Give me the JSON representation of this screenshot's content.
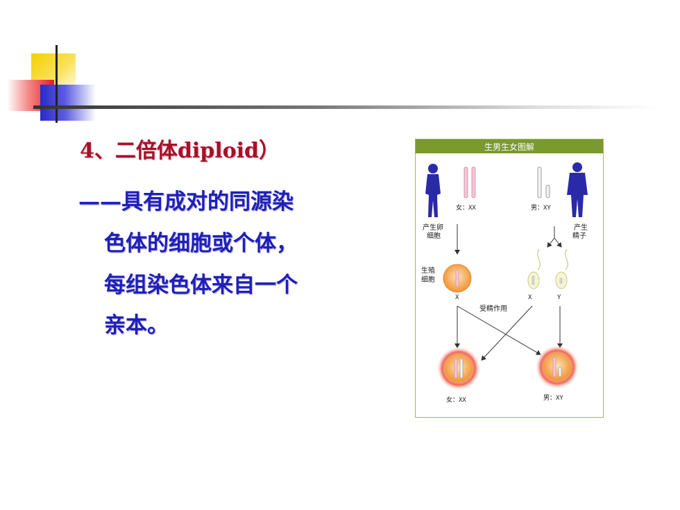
{
  "slide": {
    "title": "4、二倍体diploid）",
    "lines": [
      "——具有成对的同源染",
      "色体的细胞或个体，",
      "每组染色体来自一个",
      "亲本。"
    ]
  },
  "figure": {
    "header": "生男生女图解",
    "female_karyotype": "女：XX",
    "male_karyotype": "男：XY",
    "produce_egg": [
      "产生卵",
      "细胞"
    ],
    "produce_sperm": [
      "产生",
      "精子"
    ],
    "germ_cell": [
      "生殖",
      "细胞"
    ],
    "gamete_x_female": "X",
    "gamete_x_male": "X",
    "gamete_y_male": "Y",
    "fertilization": "受精作用",
    "result_female": "女：XX",
    "result_male": "男：XY",
    "colors": {
      "header_bg": "#7a9a2e",
      "figure_blue": "#2a2aa8",
      "zygote_glow": "#e8323a",
      "cell_orange": "#f5a04a"
    }
  }
}
